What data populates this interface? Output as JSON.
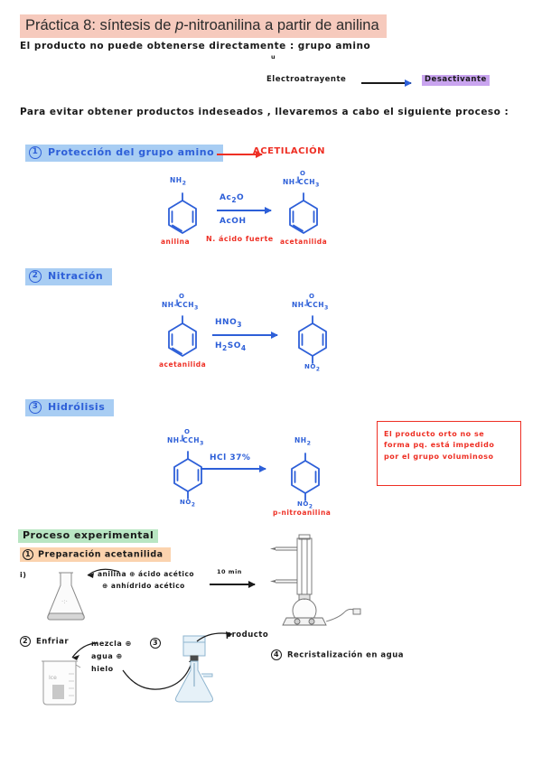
{
  "document": {
    "title_prefix": "Práctica 8: síntesis de ",
    "title_italic": "p",
    "title_suffix": "-nitroanilina a partir de anilina"
  },
  "intro": {
    "line1": "El  producto  no  puede  obtenerse  directamente :  grupo  amino",
    "tick": "u",
    "term_electro": "Electroatrayente",
    "term_result": "Desactivante",
    "line2": "Para  evitar  obtener  productos  indeseados ,  llevaremos  a  cabo  el  siguiente  proceso :"
  },
  "sections": [
    {
      "num": "1",
      "label": "Protección  del  grupo  amino",
      "result": "ACETILACIÓN"
    },
    {
      "num": "2",
      "label": "Nitración"
    },
    {
      "num": "3",
      "label": "Hidrólisis"
    }
  ],
  "reaction1": {
    "reactant_sub": "NH",
    "reactant_sub_n": "2",
    "reactant_name": "anilina",
    "reagent_top": "Ac",
    "reagent_top_sub": "2",
    "reagent_top_end": "O",
    "reagent_bottom": "AcOH",
    "reagent_note": "N. ácido fuerte",
    "product_group_a": "NH",
    "product_group_b": "C",
    "product_group_c": "CH",
    "product_group_c_sub": "3",
    "product_o": "O",
    "product_name": "acetanilida"
  },
  "reaction2": {
    "reactant_group_a": "NH",
    "reactant_group_b": "C",
    "reactant_group_c": "CH",
    "reactant_group_c_sub": "3",
    "reactant_o": "O",
    "reactant_name": "acetanilida",
    "reagent_top": "HNO",
    "reagent_top_sub": "3",
    "reagent_bottom_a": "H",
    "reagent_bottom_sub1": "2",
    "reagent_bottom_b": "SO",
    "reagent_bottom_sub2": "4",
    "product_group_a": "NH",
    "product_group_b": "C",
    "product_group_c": "CH",
    "product_group_c_sub": "3",
    "product_o": "O",
    "product_nitro": "NO",
    "product_nitro_sub": "2"
  },
  "reaction3": {
    "reactant_group_a": "NH",
    "reactant_group_b": "C",
    "reactant_group_c": "CH",
    "reactant_group_c_sub": "3",
    "reactant_o": "O",
    "reactant_nitro": "NO",
    "reactant_nitro_sub": "2",
    "reagent": "HCl  37%",
    "product_amine": "NH",
    "product_amine_sub": "2",
    "product_nitro": "NO",
    "product_nitro_sub": "2",
    "product_name": "p-nitroanilina"
  },
  "note_box": {
    "line1": "El  producto   orto  no  se",
    "line2": "forma  pq. está  impedido",
    "line3": "por  el  grupo  voluminoso"
  },
  "experimental": {
    "header": "Proceso  experimental",
    "step1": {
      "num": "1",
      "label": "Preparación   acetanilida"
    },
    "substep_i": "i)",
    "flask_note_line1": "anilina ⊕ ácido acético",
    "flask_note_line2": "⊕ anhídrido acético",
    "time_label": "10 min",
    "step2": {
      "num": "2",
      "label": "Enfriar"
    },
    "mix_note_line1": "mezcla ⊕",
    "mix_note_line2": "agua ⊕",
    "mix_note_line3": "hielo",
    "step3": {
      "num": "3"
    },
    "product_label": "producto",
    "step4": {
      "num": "4",
      "label": "Recristalización   en   agua"
    }
  },
  "colors": {
    "blue": "#2d5fd8",
    "red": "#ee2f24",
    "black": "#1a1a1a",
    "highlight_pink": "#f6cabd",
    "highlight_blue": "#a8cdf3",
    "highlight_green": "#b9e6c3",
    "highlight_orange": "#fbd3ae",
    "highlight_purple": "#c9a4ef"
  }
}
